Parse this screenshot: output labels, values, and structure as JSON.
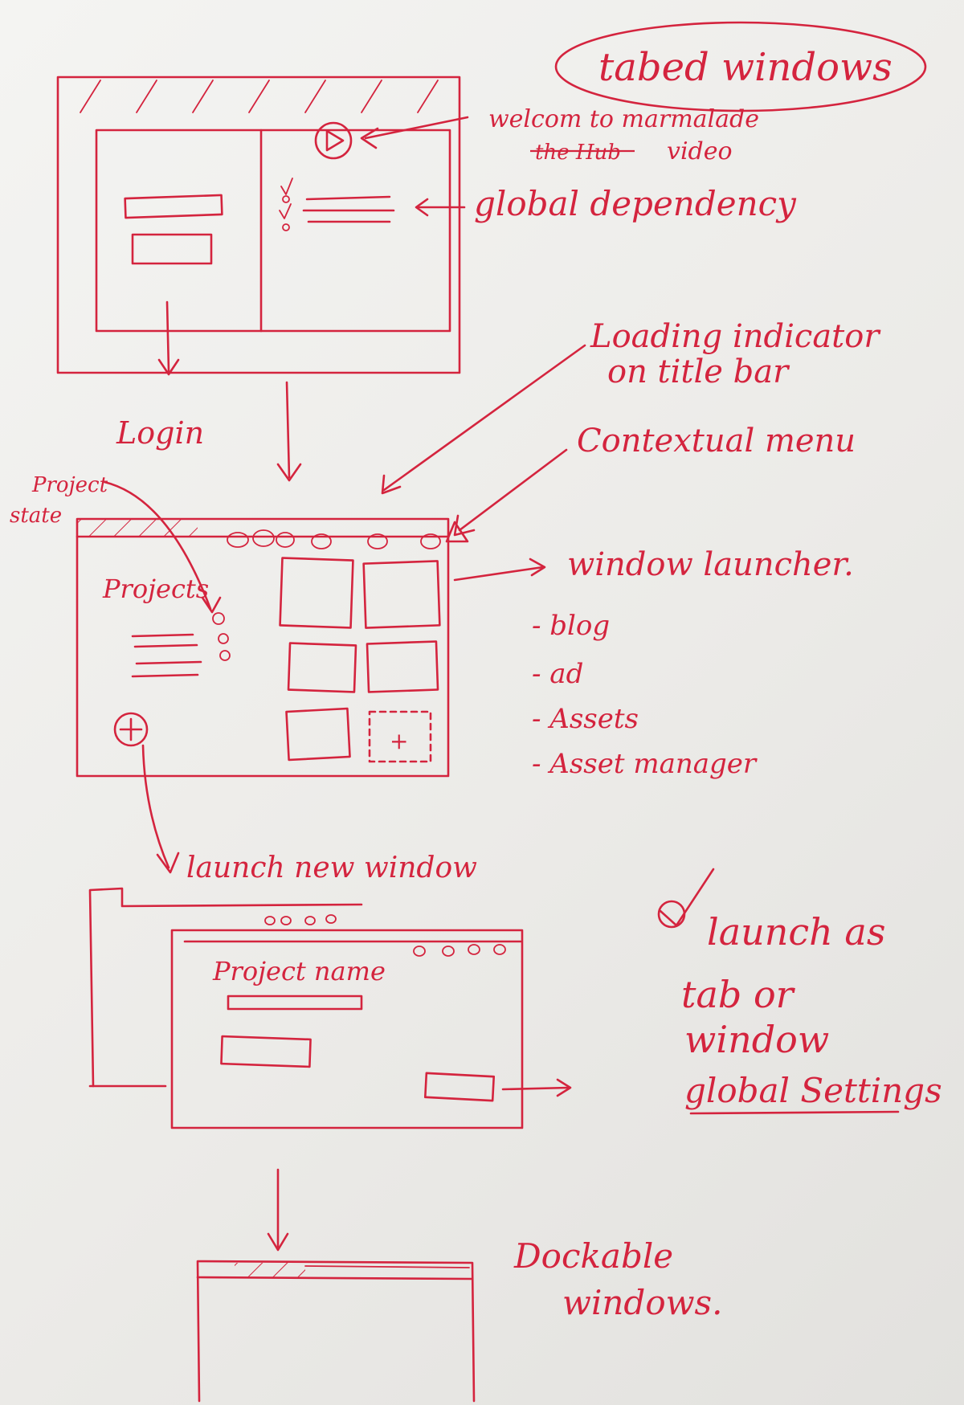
{
  "notes": {
    "title": "tabed windows",
    "welcome_line1": "welcom to marmalade",
    "welcome_line2_struck": "the Hub",
    "welcome_line2": "video",
    "global_dependency": "global dependency",
    "loading_indicator_line1": "Loading indicator",
    "loading_indicator_line2": "on title bar",
    "login": "Login",
    "contextual_menu": "Contextual menu",
    "project_state_line1": "Project",
    "project_state_line2": "state",
    "window_launcher": "window launcher.",
    "launcher_items": [
      "- blog",
      "- ad",
      "- Assets",
      "- Asset manager"
    ],
    "launch_new_window": "launch new window",
    "launch_as_line1": "launch as",
    "launch_as_line2": "tab or",
    "launch_as_line3": "window",
    "global_settings": "global Settings",
    "dockable_line1": "Dockable",
    "dockable_line2": "windows."
  },
  "sketch_ui": {
    "projects_label": "Projects",
    "add_symbol": "+",
    "project_name_label": "Project name"
  }
}
